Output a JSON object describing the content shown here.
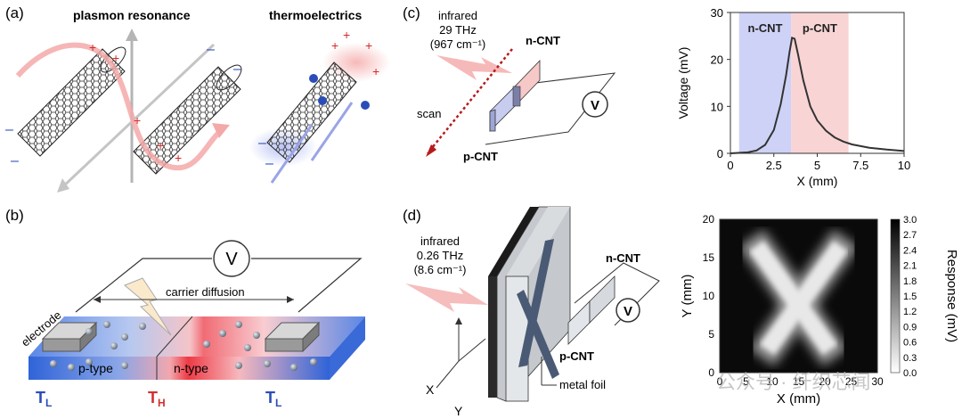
{
  "panels": {
    "a": {
      "label": "(a)",
      "left_title": "plasmon resonance",
      "right_title": "thermoelectrics"
    },
    "b": {
      "label": "(b)",
      "voltmeter": "V",
      "carrier_diffusion": "carrier diffusion",
      "electrode": "electrode",
      "p_type": "p-type",
      "n_type": "n-type",
      "tl_left": "T",
      "tl_left_sub": "L",
      "th": "T",
      "th_sub": "H",
      "tl_right": "T",
      "tl_right_sub": "L"
    },
    "c": {
      "label": "(c)",
      "ir_line1": "infrared",
      "ir_line2": "29 THz",
      "ir_line3": "(967 cm⁻¹)",
      "n_cnt": "n-CNT",
      "p_cnt": "p-CNT",
      "scan": "scan",
      "voltmeter": "V"
    },
    "d": {
      "label": "(d)",
      "ir_line1": "infrared",
      "ir_line2": "0.26 THz",
      "ir_line3": "(8.6 cm⁻¹)",
      "n_cnt": "n-CNT",
      "p_cnt": "p-CNT",
      "voltmeter": "V",
      "metal_foil": "metal foil",
      "axis_x": "X",
      "axis_y": "Y"
    }
  },
  "chart_data": [
    {
      "type": "line",
      "xlabel": "X (mm)",
      "ylabel": "Voltage (mV)",
      "xlim": [
        0,
        10
      ],
      "ylim": [
        0,
        30
      ],
      "xticks": [
        "0",
        "2.5",
        "5",
        "7.5",
        "10"
      ],
      "yticks": [
        "0",
        "10",
        "20",
        "30"
      ],
      "regions": [
        {
          "label": "n-CNT",
          "from": 0.5,
          "to": 3.5,
          "color": "#c9cdf5"
        },
        {
          "label": "p-CNT",
          "from": 3.5,
          "to": 6.8,
          "color": "#f8cfd0"
        }
      ],
      "x": [
        0,
        1.0,
        1.5,
        2.0,
        2.5,
        2.9,
        3.2,
        3.4,
        3.55,
        3.7,
        3.9,
        4.2,
        4.6,
        5.0,
        5.5,
        6.0,
        6.5,
        7.0,
        8.0,
        9.0,
        10.0
      ],
      "y": [
        0,
        0.2,
        0.6,
        1.8,
        5.0,
        10.5,
        16.5,
        21.5,
        24.6,
        24.4,
        21.0,
        15.5,
        10.0,
        7.0,
        4.8,
        3.4,
        2.5,
        1.9,
        1.2,
        0.8,
        0.5
      ],
      "line_color": "#333333"
    },
    {
      "type": "heatmap",
      "xlabel": "X (mm)",
      "ylabel": "Y (mm)",
      "xlim": [
        0,
        30
      ],
      "ylim": [
        0,
        20
      ],
      "xticks": [
        "0",
        "5",
        "10",
        "15",
        "20",
        "25",
        "30"
      ],
      "yticks": [
        "0",
        "5",
        "10",
        "15",
        "20"
      ],
      "colorbar_label": "Response (mV)",
      "colorbar_ticks": [
        "0.0",
        "0.3",
        "0.6",
        "0.9",
        "1.2",
        "1.5",
        "1.8",
        "2.1",
        "2.4",
        "2.7",
        "3.0"
      ],
      "colorbar_range": [
        0,
        3.0
      ],
      "pattern": "X-shaped bright response on dark background"
    }
  ],
  "watermark": "公众号 · 纤织芯闻"
}
